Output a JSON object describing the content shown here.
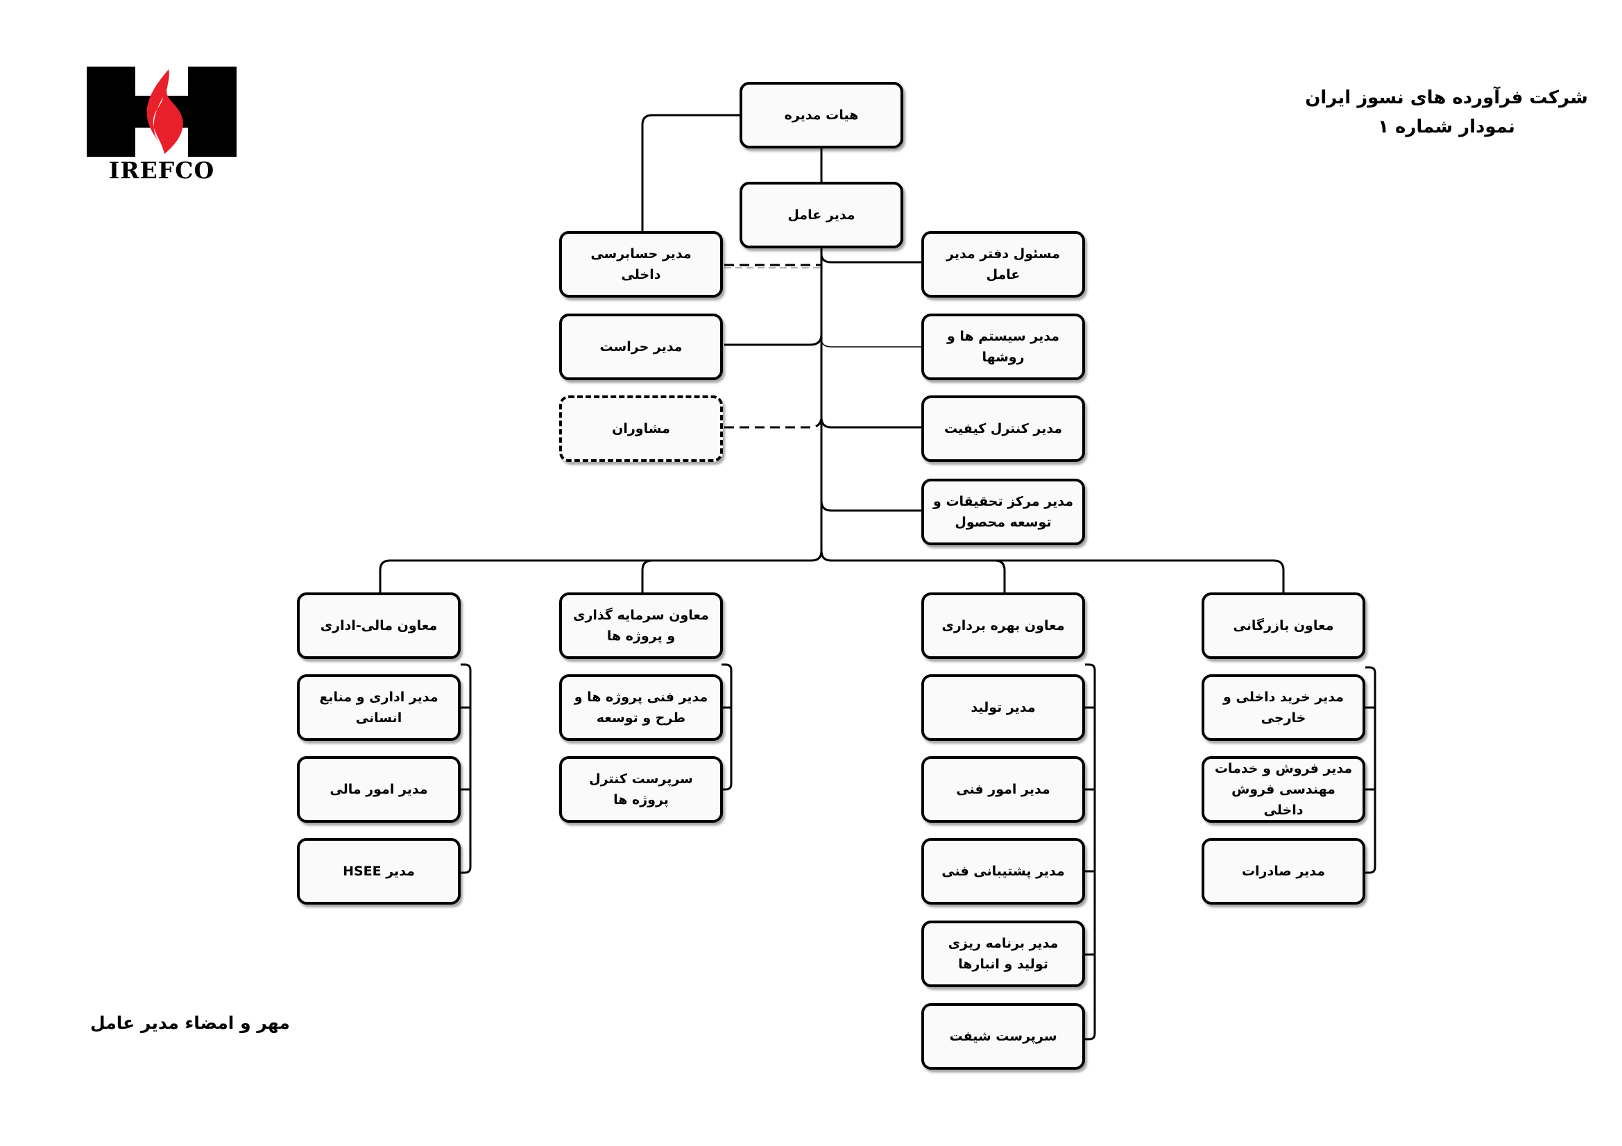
{
  "header": {
    "company": "شرکت فرآورده های نسوز ایران",
    "chart_number": "نمودار شماره ۱"
  },
  "logo": {
    "text": "IREFCO",
    "colors": {
      "mark": "#000000",
      "flame": "#e8202a"
    }
  },
  "signature": "مهر و امضاء مدیر عامل",
  "boxes": {
    "board": "هیات مدیره",
    "ceo": "مدیر عامل",
    "audit": "مدیر حسابرسی داخلی",
    "security": "مدیر حراست",
    "advisors": "مشاوران",
    "ceo_office": "مسئول دفتر مدیر عامل",
    "systems": "مدیر سیستم ها و روشها",
    "quality": "مدیر کنترل کیفیت",
    "rnd": "مدیر مرکز تحقیقات و توسعه محصول",
    "vp_finance": "معاون مالی-اداری",
    "admin_hr": "مدیر اداری و منابع انسانی",
    "finance": "مدیر امور مالی",
    "hsee": "مدیر HSEE",
    "vp_investment": "معاون سرمایه گذاری و پروژه ها",
    "projects_tech": "مدیر فنی پروژه ها و طرح و توسعه",
    "project_control": "سرپرست کنترل پروژه ها",
    "vp_operations": "معاون بهره برداری",
    "production": "مدیر تولید",
    "technical": "مدیر امور فنی",
    "tech_support": "مدیر پشتیبانی فنی",
    "planning": "مدیر برنامه ریزی تولید و انبارها",
    "shift": "سرپرست شیفت",
    "vp_commerce": "معاون بازرگانی",
    "purchasing": "مدیر خرید داخلی و خارجی",
    "sales": "مدیر فروش و خدمات مهندسی فروش داخلی",
    "exports": "مدیر صادرات"
  }
}
